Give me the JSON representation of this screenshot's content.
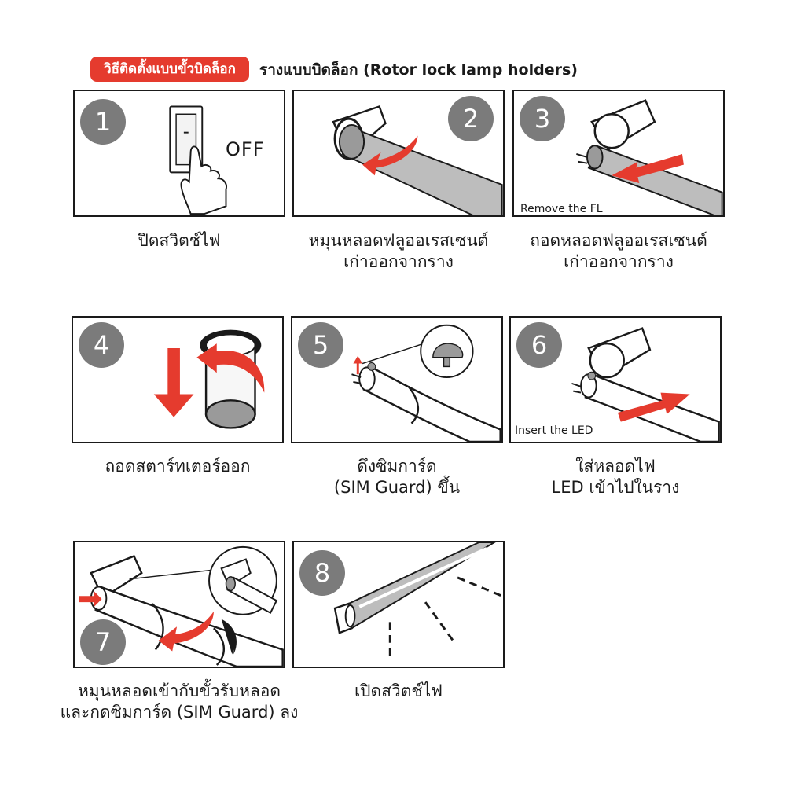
{
  "header": {
    "badge": "วิธีติดตั้งแบบขั้วบิดล็อก",
    "title": "รางแบบบิดล็อก (Rotor lock lamp holders)"
  },
  "steps": [
    {
      "number": "1",
      "caption": [
        "ปิดสวิตช์ไฟ"
      ],
      "switch_text": "OFF"
    },
    {
      "number": "2",
      "caption": [
        "หมุนหลอดฟลูออเรสเซนต์",
        "เก่าออกจากราง"
      ]
    },
    {
      "number": "3",
      "caption": [
        "ถอดหลอดฟลูออเรสเซนต์",
        "เก่าออกจากราง"
      ],
      "panel_label": "Remove the FL"
    },
    {
      "number": "4",
      "caption": [
        "ถอดสตาร์ทเตอร์ออก"
      ]
    },
    {
      "number": "5",
      "caption": [
        "ดึงซิมการ์ด",
        "(SIM Guard) ขึ้น"
      ]
    },
    {
      "number": "6",
      "caption": [
        "ใส่หลอดไฟ",
        "LED เข้าไปในราง"
      ],
      "panel_label": "Insert the LED"
    },
    {
      "number": "7",
      "caption": [
        "หมุนหลอดเข้ากับขั้วรับหลอด",
        "และกดซิมการ์ด (SIM Guard) ลง"
      ]
    },
    {
      "number": "8",
      "caption": [
        "เปิดสวิตช์ไฟ"
      ]
    }
  ],
  "colors": {
    "accent": "#e53b2e",
    "circle": "#7b7b7b",
    "tube": "#bdbdbd",
    "outline": "#1a1a1a"
  }
}
